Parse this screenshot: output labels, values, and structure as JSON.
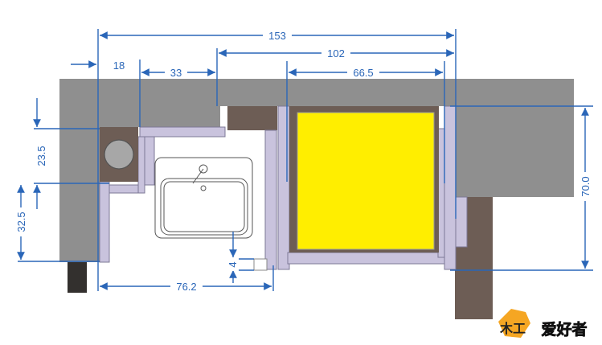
{
  "dimensions": {
    "overall_width": "153",
    "right_span": "102",
    "appliance_width": "66.5",
    "left_post": "18",
    "sink_offset": "33",
    "upper_depth": "23.5",
    "lower_depth": "32.5",
    "height": "70.0",
    "sink_width": "76.2",
    "gap": "4"
  },
  "logo": {
    "text": "爱好者",
    "prefix": "木工"
  },
  "colors": {
    "wall": "#8f8f8f",
    "wood_dark": "#6d5d55",
    "panel": "#c9c3dd",
    "appliance": "#ffee00",
    "dimension": "#2a66b8",
    "logo_red": "#e8242b",
    "logo_orange": "#f5a623"
  }
}
